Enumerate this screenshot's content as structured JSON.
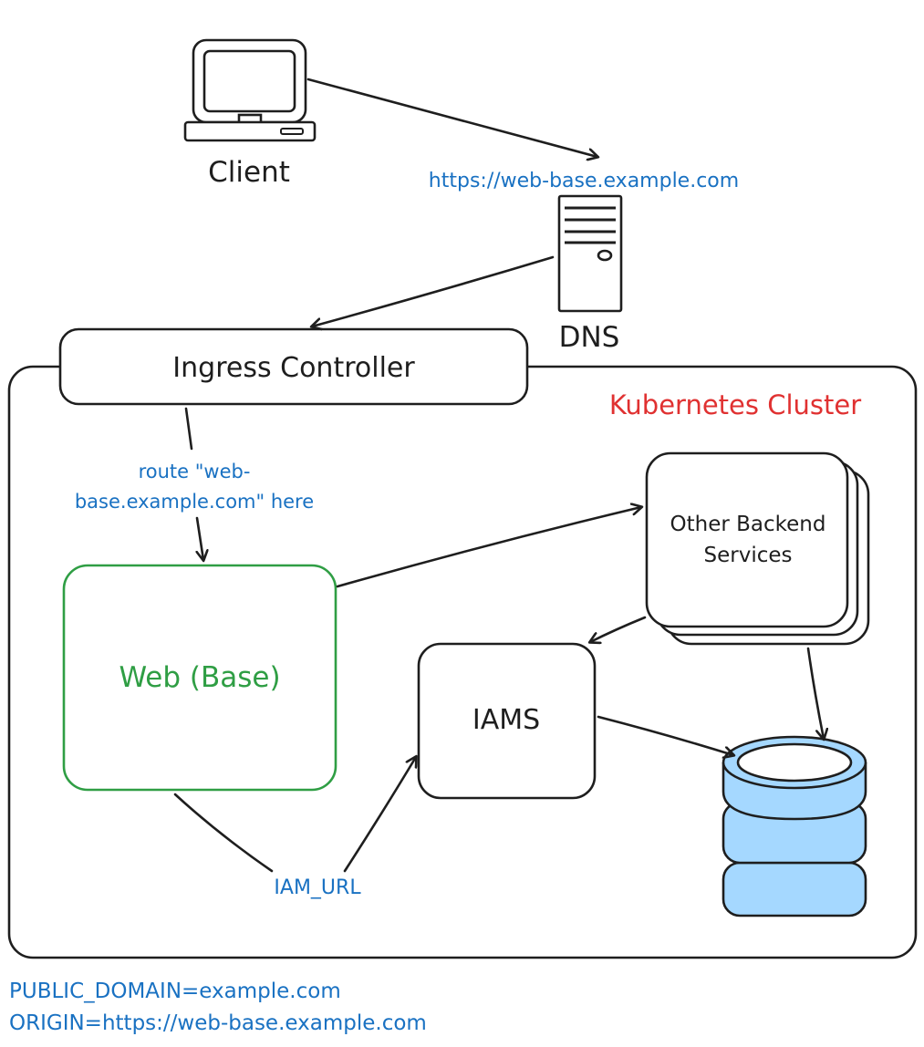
{
  "nodes": {
    "client": "Client",
    "dns_url": "https://web-base.example.com",
    "dns": "DNS",
    "ingress": "Ingress Controller",
    "cluster": "Kubernetes Cluster",
    "route_line1": "route \"web-",
    "route_line2": "base.example.com\" here",
    "web_base": "Web (Base)",
    "other_line1": "Other Backend",
    "other_line2": "Services",
    "iams": "IAMS",
    "iam_url": "IAM_URL"
  },
  "env": {
    "line1": "PUBLIC_DOMAIN=example.com",
    "line2": "ORIGIN=https://web-base.example.com"
  },
  "colors": {
    "ink": "#1e1e1e",
    "blue": "#1971c2",
    "red": "#e03131",
    "green": "#2f9e44",
    "database_fill": "#a5d8ff"
  }
}
